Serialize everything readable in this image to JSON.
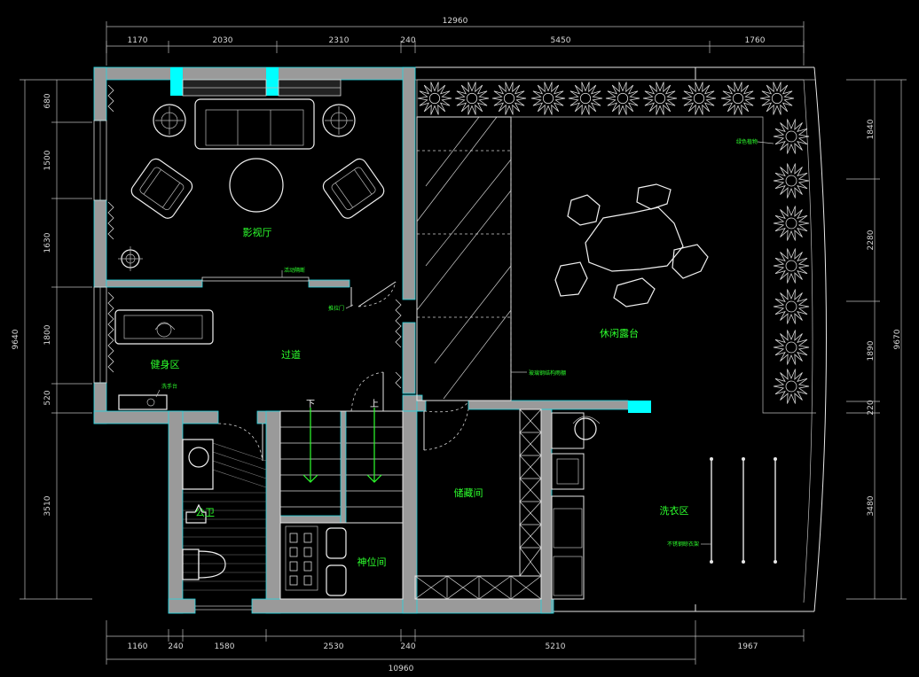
{
  "drawing": {
    "dimensions": {
      "top_total": "12960",
      "top_segments": [
        "1170",
        "2030",
        "2310",
        "240",
        "5450",
        "1760"
      ],
      "bottom_segments": [
        "1160",
        "240",
        "1580",
        "2530",
        "240",
        "5210",
        "1967"
      ],
      "bottom_total": "10960",
      "left_segments": [
        "680",
        "1500",
        "1630",
        "1800",
        "520",
        "3510"
      ],
      "left_total": "9640",
      "right_segments": [
        "1840",
        "2280",
        "1890",
        "220",
        "3480"
      ],
      "right_total": "9670"
    },
    "rooms": {
      "media_room": "影视厅",
      "corridor": "过道",
      "gym": "健身区",
      "terrace": "休闲露台",
      "storage": "储藏间",
      "laundry": "洗衣区",
      "bathroom": "公卫",
      "shrine": "神位间"
    },
    "stairs": {
      "down": "下",
      "up": "上"
    },
    "annotations": {
      "partition": "活动隔断",
      "sliding_door": "推拉门",
      "sink_note": "洗手台",
      "planter_note": "绿色植物",
      "glass_roof": "玻璃钢结构雨棚",
      "laundry_rack": "不锈钢晾衣架"
    },
    "colors": {
      "background": "#000000",
      "wall_fill": "#9a9a9a",
      "wall_outline": "#23d5e0",
      "accent_cyan": "#00ffff",
      "label_green": "#2dff2d",
      "linework": "#e6e6e6"
    }
  }
}
